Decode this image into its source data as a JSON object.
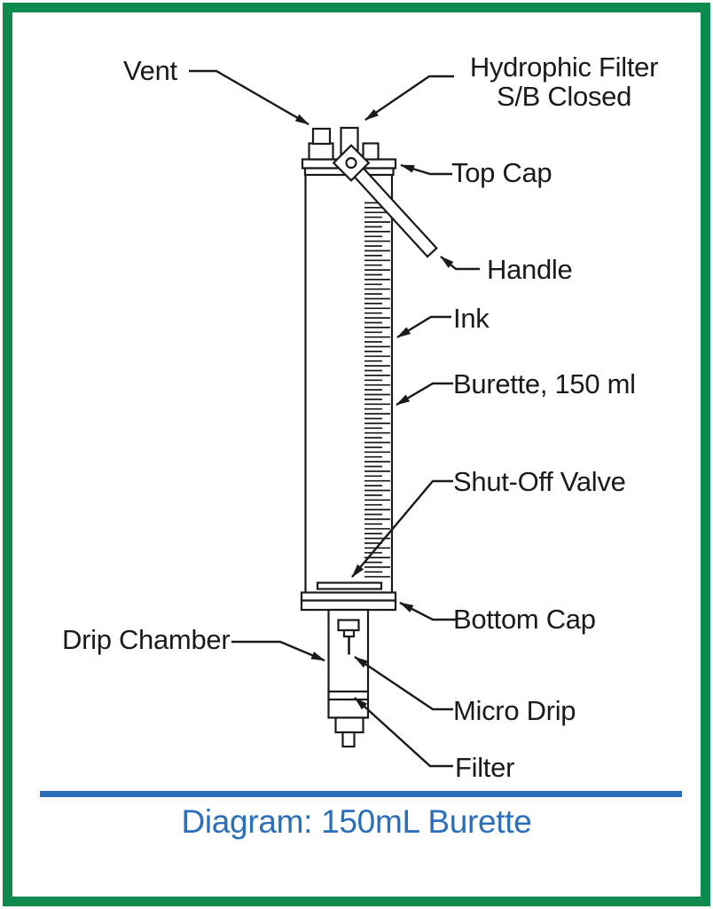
{
  "page": {
    "background": "#ffffff",
    "border_color": "#0f8a4e",
    "line_color": "#1a1a1a"
  },
  "labels": {
    "vent": "Vent",
    "hydrophobic_filter": {
      "line1": "Hydrophic Filter",
      "line2": "S/B Closed"
    },
    "top_cap": "Top Cap",
    "handle": "Handle",
    "ink": "Ink",
    "burette": "Burette, 150 ml",
    "shut_off_valve": "Shut-Off Valve",
    "bottom_cap": "Bottom Cap",
    "drip_chamber": "Drip Chamber",
    "micro_drip": "Micro Drip",
    "filter": "Filter"
  },
  "caption": {
    "text": "Diagram: 150mL Burette",
    "color": "#2b6fba"
  }
}
